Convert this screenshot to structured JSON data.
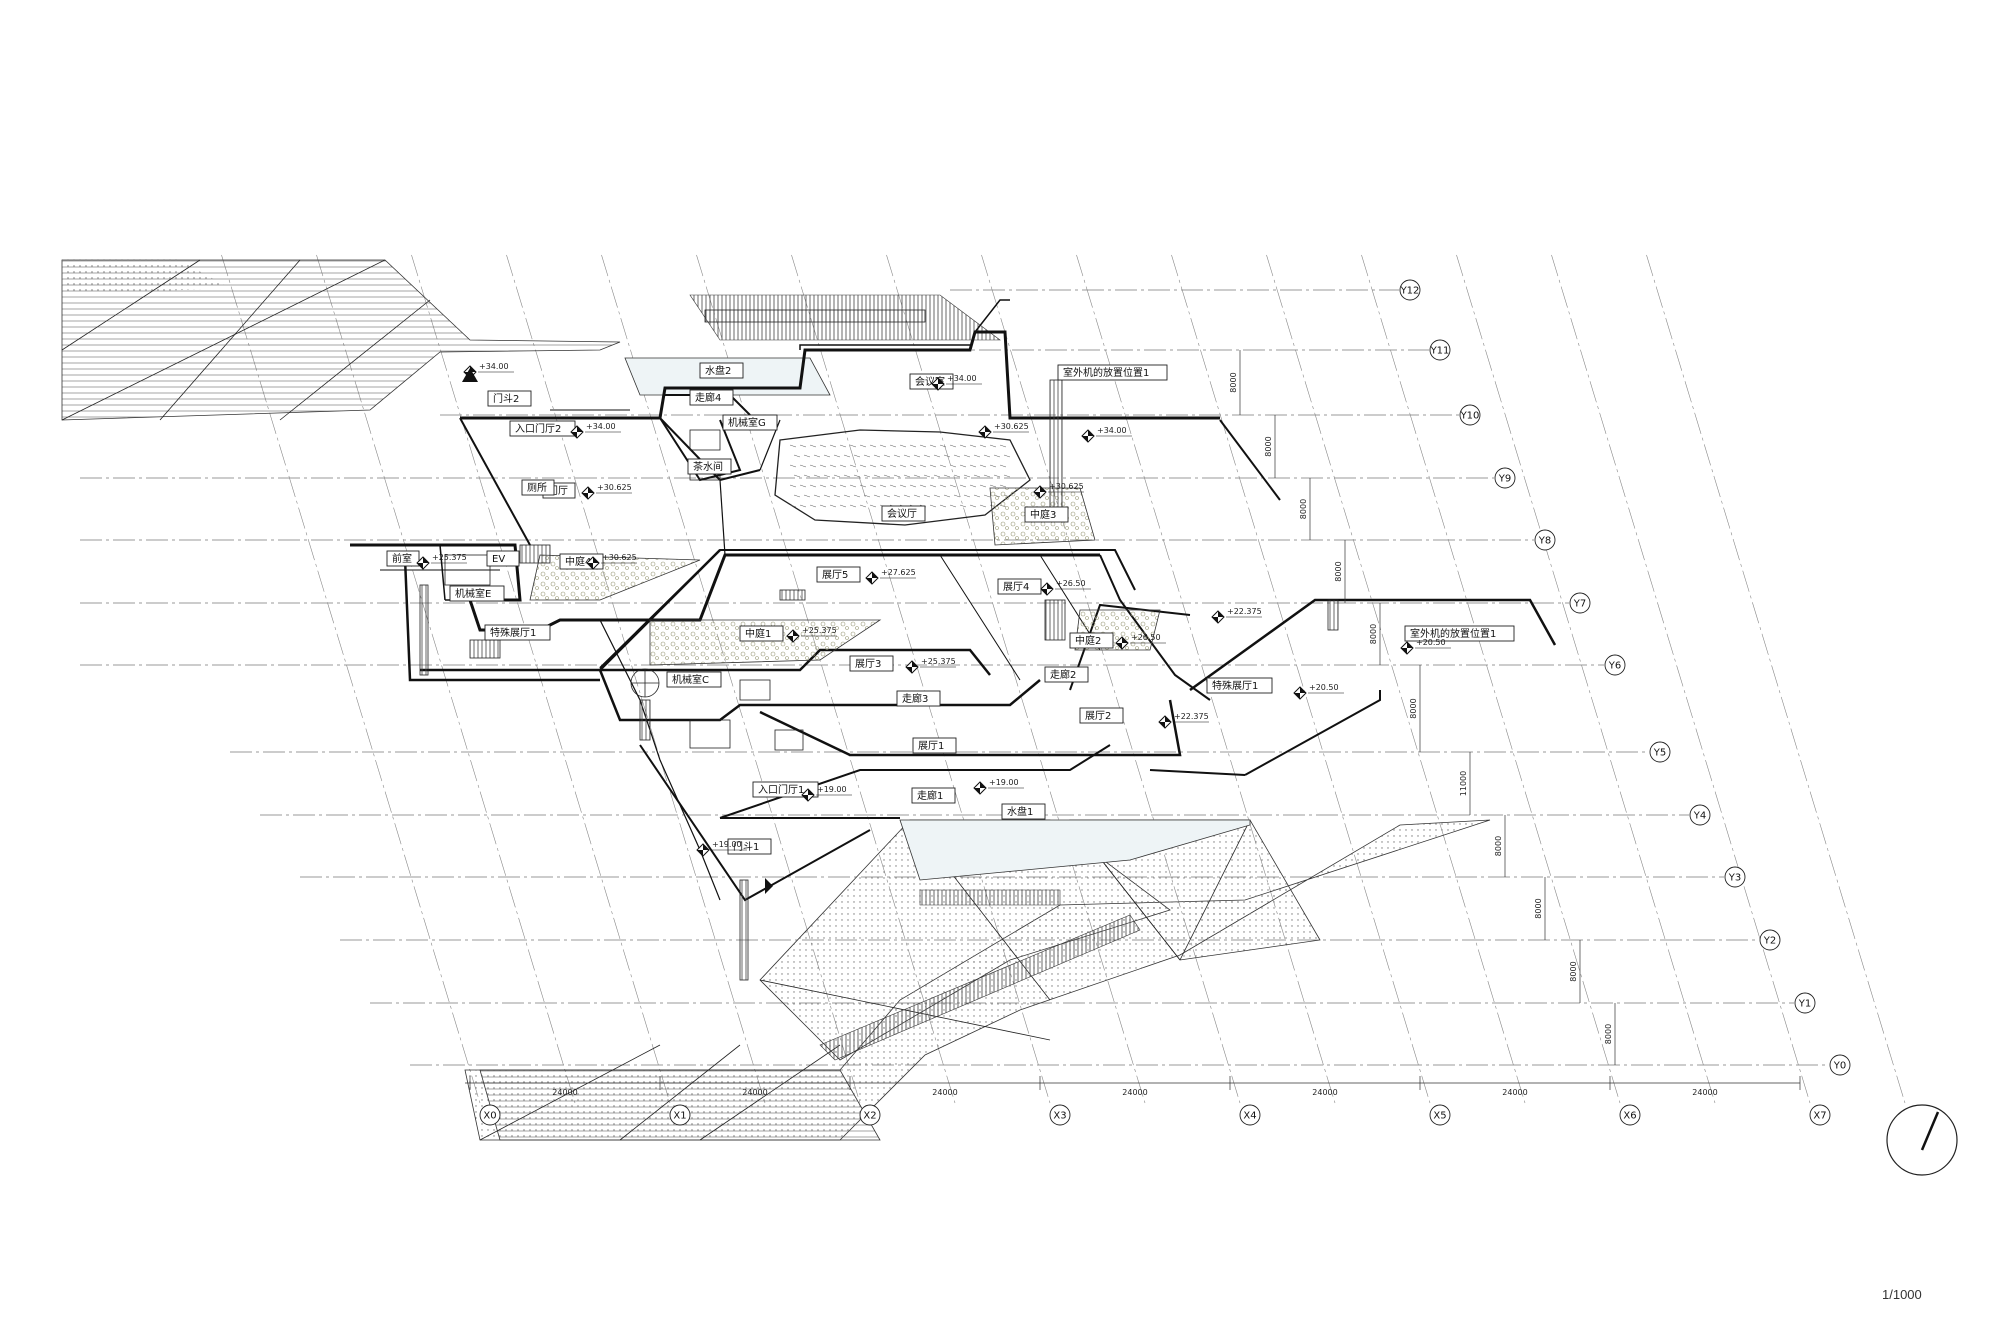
{
  "scale": "1/1000",
  "y_axes": [
    "Y12",
    "Y11",
    "Y10",
    "Y9",
    "Y8",
    "Y7",
    "Y6",
    "Y5",
    "Y4",
    "Y3",
    "Y2",
    "Y1",
    "Y0"
  ],
  "x_axes": [
    "X0",
    "X1",
    "X2",
    "X3",
    "X4",
    "X5",
    "X6",
    "X7"
  ],
  "x_dims": [
    "24000",
    "24000",
    "24000",
    "24000",
    "24000",
    "24000",
    "24000"
  ],
  "y_dims": [
    "8000",
    "8000",
    "8000",
    "8000",
    "8000",
    "11000",
    "8000",
    "8000",
    "8000",
    "8000",
    "8000"
  ],
  "rooms": [
    {
      "label": "水盘2"
    },
    {
      "label": "会议室"
    },
    {
      "label": "门斗2"
    },
    {
      "label": "走廊4"
    },
    {
      "label": "机械室G"
    },
    {
      "label": "入口门厅2"
    },
    {
      "label": "茶水间"
    },
    {
      "label": "门厅"
    },
    {
      "label": "厕所"
    },
    {
      "label": "会议厅"
    },
    {
      "label": "中庭3"
    },
    {
      "label": "前室"
    },
    {
      "label": "EV"
    },
    {
      "label": "机械室E"
    },
    {
      "label": "中庭4"
    },
    {
      "label": "展厅5"
    },
    {
      "label": "展厅4"
    },
    {
      "label": "特殊展厅1"
    },
    {
      "label": "中庭1"
    },
    {
      "label": "中庭2"
    },
    {
      "label": "展厅3"
    },
    {
      "label": "走廊2"
    },
    {
      "label": "机械室C"
    },
    {
      "label": "走廊3"
    },
    {
      "label": "展厅2"
    },
    {
      "label": "特殊展厅1"
    },
    {
      "label": "展厅1"
    },
    {
      "label": "入口门厅1"
    },
    {
      "label": "走廊1"
    },
    {
      "label": "水盘1"
    },
    {
      "label": "门斗1"
    },
    {
      "label": "室外机的放置位置1"
    },
    {
      "label": "室外机的放置位置1"
    }
  ],
  "levels": [
    "+34.00",
    "+34.00",
    "+34.00",
    "+30.625",
    "+34.00",
    "+30.625",
    "+30.625",
    "+25.375",
    "+30.625",
    "+27.625",
    "+26.50",
    "+22.375",
    "+25.375",
    "+26.50",
    "+25.375",
    "+19.00",
    "+22.375",
    "+20.50",
    "+19.00",
    "+19.00",
    "+20.50"
  ]
}
